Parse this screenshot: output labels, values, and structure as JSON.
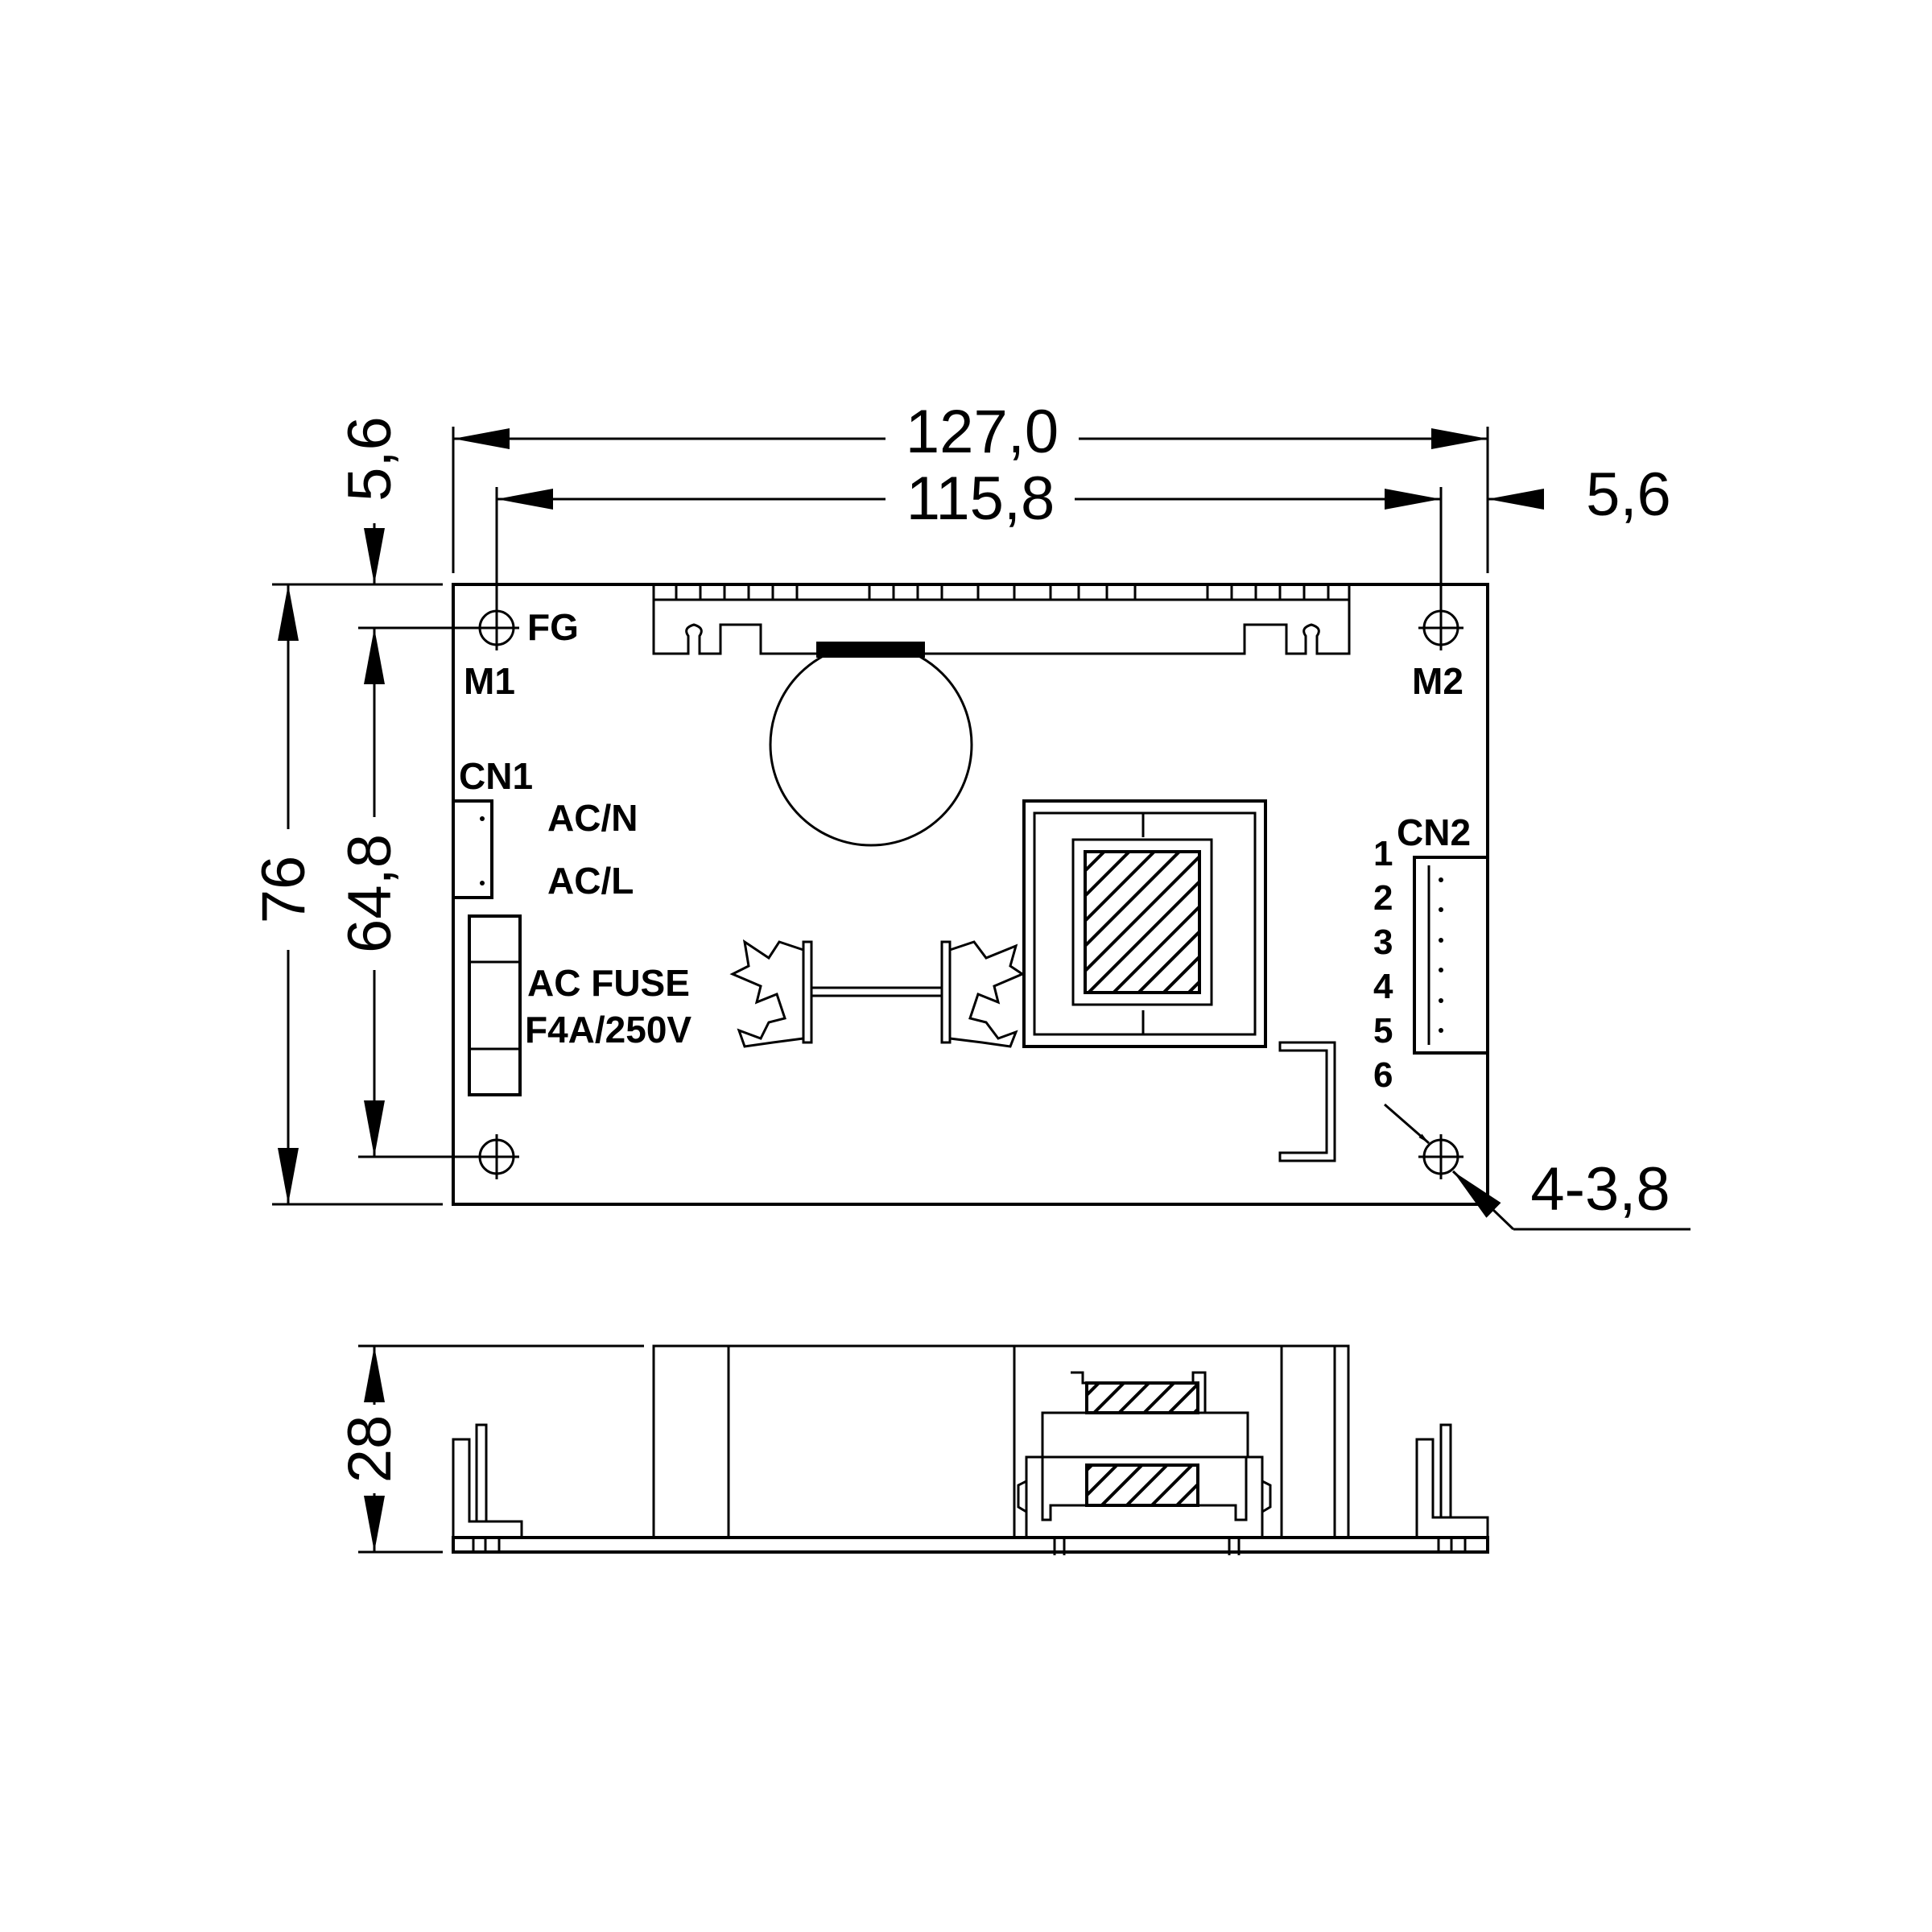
{
  "dimensions": {
    "overall_width": "127,0",
    "hole_spacing_x": "115,8",
    "hole_offset_right": "5,6",
    "hole_offset_top": "5,6",
    "overall_height": "76",
    "hole_spacing_y": "64,8",
    "hole_spec": "4-3,8",
    "module_height": "28"
  },
  "labels": {
    "fg": "FG",
    "m1": "M1",
    "m2": "M2",
    "cn1": "CN1",
    "cn2": "CN2",
    "ac_n": "AC/N",
    "ac_l": "AC/L",
    "fuse_line1": "AC FUSE",
    "fuse_line2": "F4A/250V"
  },
  "cn2_pins": [
    "1",
    "2",
    "3",
    "4",
    "5",
    "6"
  ]
}
